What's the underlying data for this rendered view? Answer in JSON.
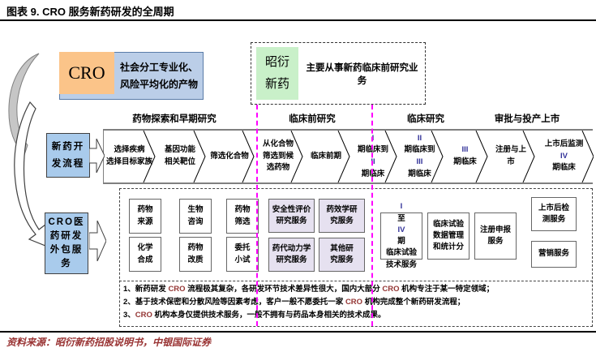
{
  "colors": {
    "magenta": "#FF00FF",
    "maroon": "#943634",
    "numeral_blue": "#333399",
    "orange": "#FBC489",
    "blue_light": "#BBCEE8",
    "blue_mid": "#A9CBEC",
    "green": "#C9F0C9",
    "purple": "#E6E1F0",
    "source_red": "#993333"
  },
  "header": {
    "title": "图表 9. CRO 服务新药研发的全周期"
  },
  "cro_box": {
    "abbr": "CRO",
    "desc_lines": [
      "社会分工专业化、",
      "风险平均化的产物"
    ]
  },
  "zhaoyan": {
    "name_lines": [
      "昭衍",
      "新药"
    ],
    "desc": "主要从事新药临床前研究业务"
  },
  "phases": [
    "药物探索和早期研究",
    "临床前研究",
    "临床研究",
    "审批与投产上市"
  ],
  "flow_box": {
    "lines": [
      "新药开",
      "发流程"
    ]
  },
  "chevrons": [
    [
      "选择疾病",
      "选择目标家族"
    ],
    [
      "基因功能",
      "相关靶位"
    ],
    [
      "筛选化合物"
    ],
    [
      "从化合物",
      "筛选到候",
      "选药物"
    ],
    [
      "临床前期"
    ],
    [
      "I 期临床到",
      "II 期临床"
    ],
    [
      "II 期临床到",
      "III 期临床"
    ],
    [
      "III 期临床"
    ],
    [
      "注册与上",
      "市"
    ],
    [
      "上市后监测",
      "IV 期临床"
    ]
  ],
  "outsourcing_box": {
    "lines": [
      "CRO医",
      "药研发",
      "外包服",
      "务"
    ]
  },
  "service_groups": [
    {
      "name": "drug-discovery-service",
      "style": "plain",
      "boxes": [
        [
          "药物",
          "来源"
        ],
        [
          "生物",
          "咨询"
        ],
        [
          "药物",
          "筛选"
        ],
        [
          "化学",
          "合成"
        ],
        [
          "药物",
          "改质"
        ],
        [
          "委托",
          "小试"
        ]
      ]
    },
    {
      "name": "preclinical-service",
      "style": "purple",
      "boxes": [
        [
          "安全性评价",
          "研究服务"
        ],
        [
          "药效学研",
          "究服务"
        ],
        [
          "药代动力学",
          "研究服务"
        ],
        [
          "其他研",
          "究服务"
        ]
      ]
    },
    {
      "name": "clinical-service",
      "style": "plain",
      "boxes": [
        [
          "I至IV期",
          "临床试验",
          "技术服务"
        ],
        [
          "临床试验",
          "数据管理",
          "和统计分"
        ],
        [
          "注册申报",
          "服务"
        ]
      ]
    },
    {
      "name": "post-market-service",
      "style": "plain",
      "boxes": [
        [
          "上市后检",
          "测服务"
        ],
        [
          "营销服务"
        ]
      ]
    }
  ],
  "notes": [
    "1、新药研发 CRO 流程极其复杂，各研发环节技术差异性很大，国内大部分 CRO 机构专注于某一特定领域；",
    "2、基于技术保密和分散风险等因素考虑，客户一般不愿委托一家 CRO 机构完成整个新药研发流程；",
    "3、CRO 机构本身仅提供技术服务，一般不拥有与药品本身相关的技术成果。"
  ],
  "source": "资料来源：昭衍新药招股说明书，中银国际证券"
}
